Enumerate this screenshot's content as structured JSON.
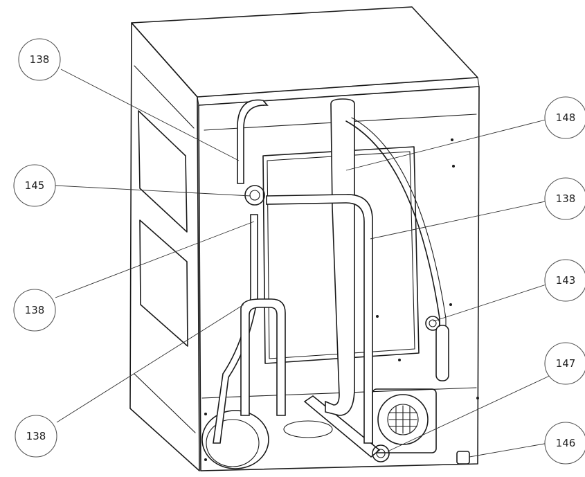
{
  "callouts": [
    {
      "label": "138"
    },
    {
      "label": "145"
    },
    {
      "label": "138"
    },
    {
      "label": "138"
    },
    {
      "label": "148"
    },
    {
      "label": "138"
    },
    {
      "label": "143"
    },
    {
      "label": "147"
    },
    {
      "label": "146"
    }
  ]
}
